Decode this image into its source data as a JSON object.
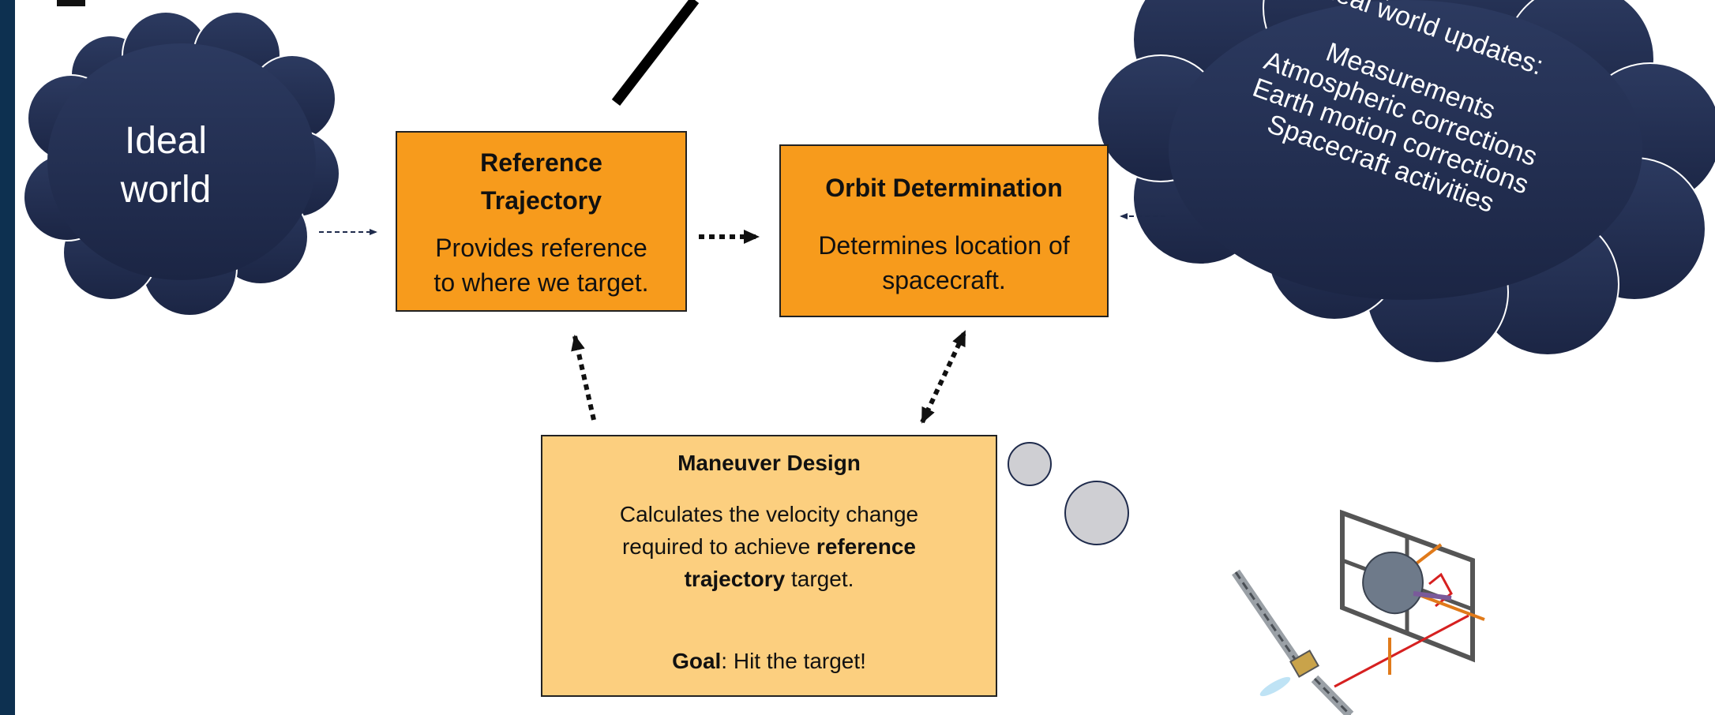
{
  "clouds": {
    "ideal": {
      "line1": "Ideal",
      "line2": "world"
    },
    "real": {
      "title": "Real world updates:",
      "items": [
        "Measurements",
        "Atmospheric corrections",
        "Earth motion corrections",
        "Spacecraft activities"
      ]
    }
  },
  "boxes": {
    "reference": {
      "title_line1": "Reference",
      "title_line2": "Trajectory",
      "body_line1": "Provides reference",
      "body_line2": "to where we target."
    },
    "orbit": {
      "title": "Orbit Determination",
      "body_line1": "Determines location of",
      "body_line2": "spacecraft."
    },
    "maneuver": {
      "title": "Maneuver Design",
      "body_line1": "Calculates the velocity change",
      "body_line2_pre": "required to achieve ",
      "body_line2_bold": "reference",
      "body_line3_bold": "trajectory",
      "body_line3_post": " target.",
      "goal_label": "Goal",
      "goal_text": ": Hit the target!"
    }
  },
  "colors": {
    "cloud_fill": "#1f2b4c",
    "reference_box": "#f79b1c",
    "orbit_box": "#f79b1c",
    "maneuver_box": "#fccf7f",
    "left_bar": "#0d3050",
    "bubble_fill": "#cfcfd3"
  },
  "icons": [
    "spacecraft-icon",
    "asteroid-target-icon"
  ]
}
